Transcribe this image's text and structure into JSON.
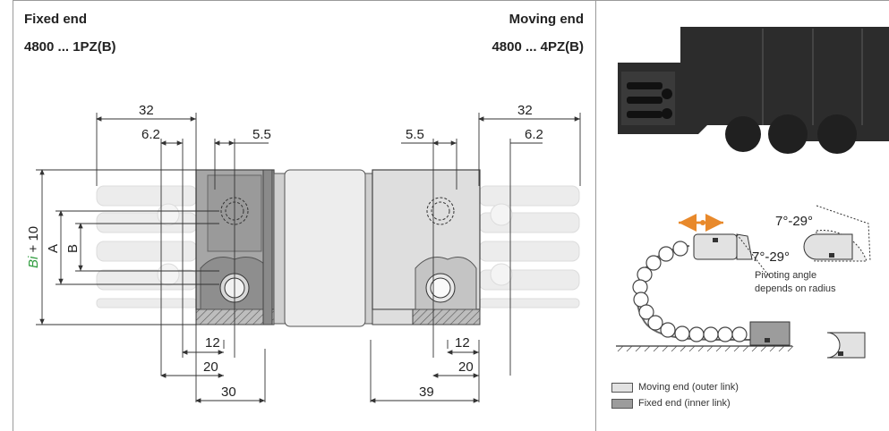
{
  "left_panel": {
    "fixed_end": {
      "title": "Fixed end",
      "part": "4800 ... 1PZ(B)"
    },
    "moving_end": {
      "title": "Moving end",
      "part": "4800 ... 4PZ(B)"
    },
    "dims": {
      "d32_left": "32",
      "d62_left": "6.2",
      "d55_left": "5.5",
      "d55_right": "5.5",
      "d32_right": "32",
      "d62_right": "6.2",
      "d12_left": "12",
      "d20_left": "20",
      "d30": "30",
      "d12_right": "12",
      "d20_right": "20",
      "d39": "39"
    },
    "side_labels": {
      "bi": "Bi",
      "plus10": "+ 10",
      "a": "A",
      "b": "B"
    }
  },
  "right_panel": {
    "angle_top": "7°-29°",
    "angle_mid": "7°-29°",
    "pivot_note_1": "Pivoting angle",
    "pivot_note_2": "depends on radius",
    "legend": [
      {
        "label": "Moving end (outer link)",
        "color": "#e2e2e2"
      },
      {
        "label": "Fixed end (inner link)",
        "color": "#9c9c9c"
      }
    ]
  },
  "colors": {
    "bi_green": "#2e9b3d",
    "arrow_orange": "#e8892b",
    "photo_dark": "#2c2c2c"
  }
}
